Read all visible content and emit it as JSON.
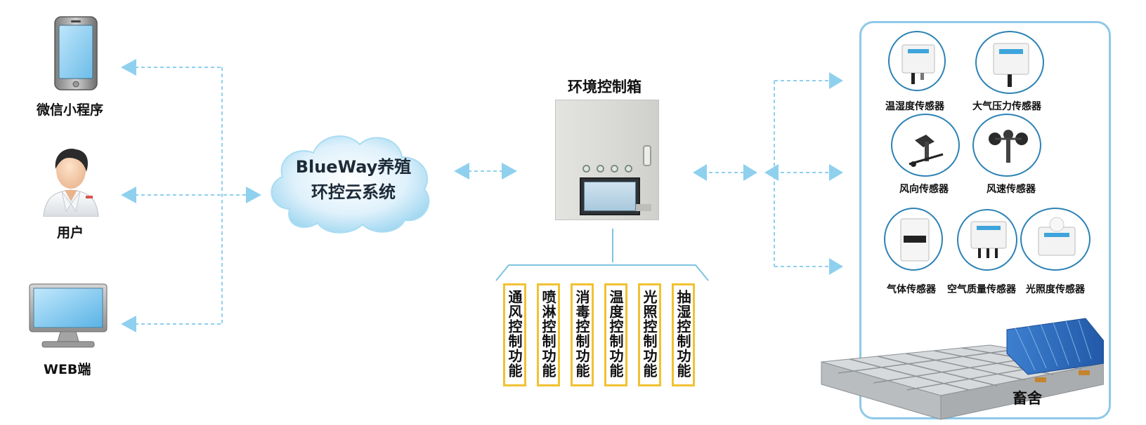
{
  "clients": [
    {
      "label": "微信小程序",
      "icon": "smartphone-icon"
    },
    {
      "label": "用户",
      "icon": "user-icon"
    },
    {
      "label": "WEB端",
      "icon": "desktop-computer-icon"
    }
  ],
  "cloud": {
    "line1": "BlueWay养殖",
    "line2": "环控云系统"
  },
  "control_box": {
    "title": "环境控制箱"
  },
  "functions": [
    "通风控制功能",
    "喷淋控制功能",
    "消毒控制功能",
    "温度控制功能",
    "光照控制功能",
    "抽湿控制功能"
  ],
  "sensors": [
    {
      "label": "温湿度传感器",
      "icon": "temperature-humidity-sensor-icon"
    },
    {
      "label": "大气压力传感器",
      "icon": "atmospheric-pressure-sensor-icon"
    },
    {
      "label": "风向传感器",
      "icon": "wind-vane-icon"
    },
    {
      "label": "风速传感器",
      "icon": "anemometer-icon"
    },
    {
      "label": "气体传感器",
      "icon": "gas-sensor-icon"
    },
    {
      "label": "空气质量传感器",
      "icon": "air-quality-sensor-icon"
    },
    {
      "label": "光照度传感器",
      "icon": "illuminance-sensor-icon"
    }
  ],
  "barn": {
    "label": "畜舍",
    "icon": "livestock-barn-icon"
  },
  "colors": {
    "arrow": "#8fd0ee",
    "panel_border": "#8ec9e8",
    "card_border": "#f1c232",
    "sensor_ring": "#2d82b5",
    "bracket": "#7fc3e3"
  }
}
